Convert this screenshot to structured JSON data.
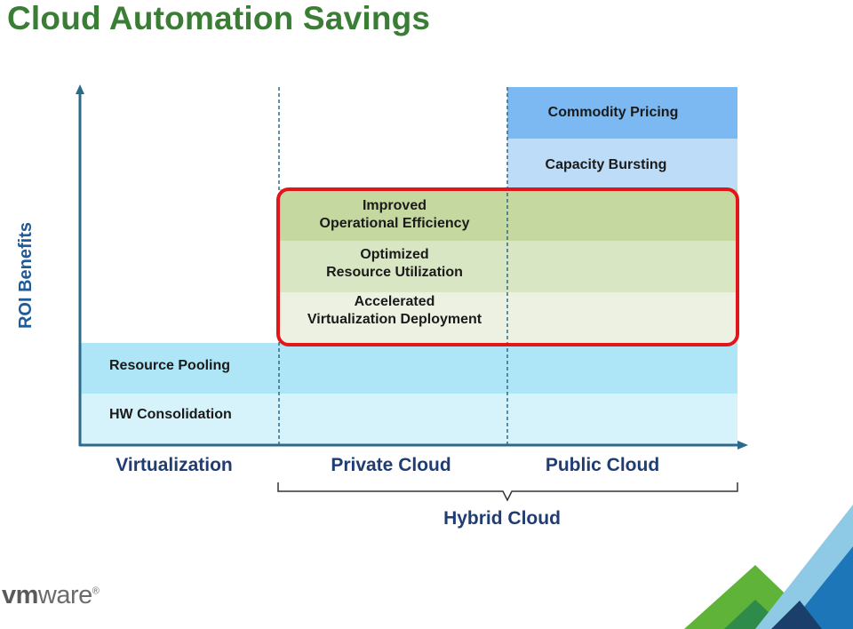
{
  "title": "Cloud Automation Savings",
  "y_axis_label": "ROI Benefits",
  "x_axis_labels": {
    "virtualization": "Virtualization",
    "private_cloud": "Private Cloud",
    "public_cloud": "Public Cloud"
  },
  "bracket_label": "Hybrid Cloud",
  "bands": {
    "commodity_pricing": "Commodity Pricing",
    "capacity_bursting": "Capacity Bursting",
    "improved_efficiency": "Improved\nOperational Efficiency",
    "optimized_utilization": "Optimized\nResource Utilization",
    "accelerated_deployment": "Accelerated\nVirtualization Deployment",
    "resource_pooling": "Resource Pooling",
    "hw_consolidation": "HW Consolidation"
  },
  "logo_text": {
    "bold": "vm",
    "rest": "ware",
    "mark": "®"
  },
  "colors": {
    "title": "#3a7d34",
    "axis": "#2b6a8a",
    "highlight_outline": "#e0161b",
    "commodity": "#7cb9f2",
    "bursting": "#b9dcf9",
    "efficiency": "#c5d8a0",
    "utilization": "#d9e6c3",
    "deployment": "#ecf1e2",
    "pooling": "#aee6f7",
    "consolidation": "#d6f3fb"
  }
}
